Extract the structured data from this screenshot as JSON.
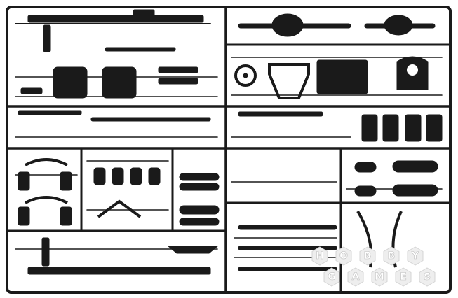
{
  "photo": {
    "subject_color": "#1a1a1a",
    "background_color": "#ffffff"
  },
  "watermark": {
    "kind": "logo",
    "row1": [
      "H",
      "O",
      "B",
      "B",
      "Y"
    ],
    "row2": [
      "G",
      "A",
      "M",
      "E",
      "S"
    ],
    "hex_color": "#eeeeee",
    "letter_outline_color": "#bdbdbd"
  }
}
